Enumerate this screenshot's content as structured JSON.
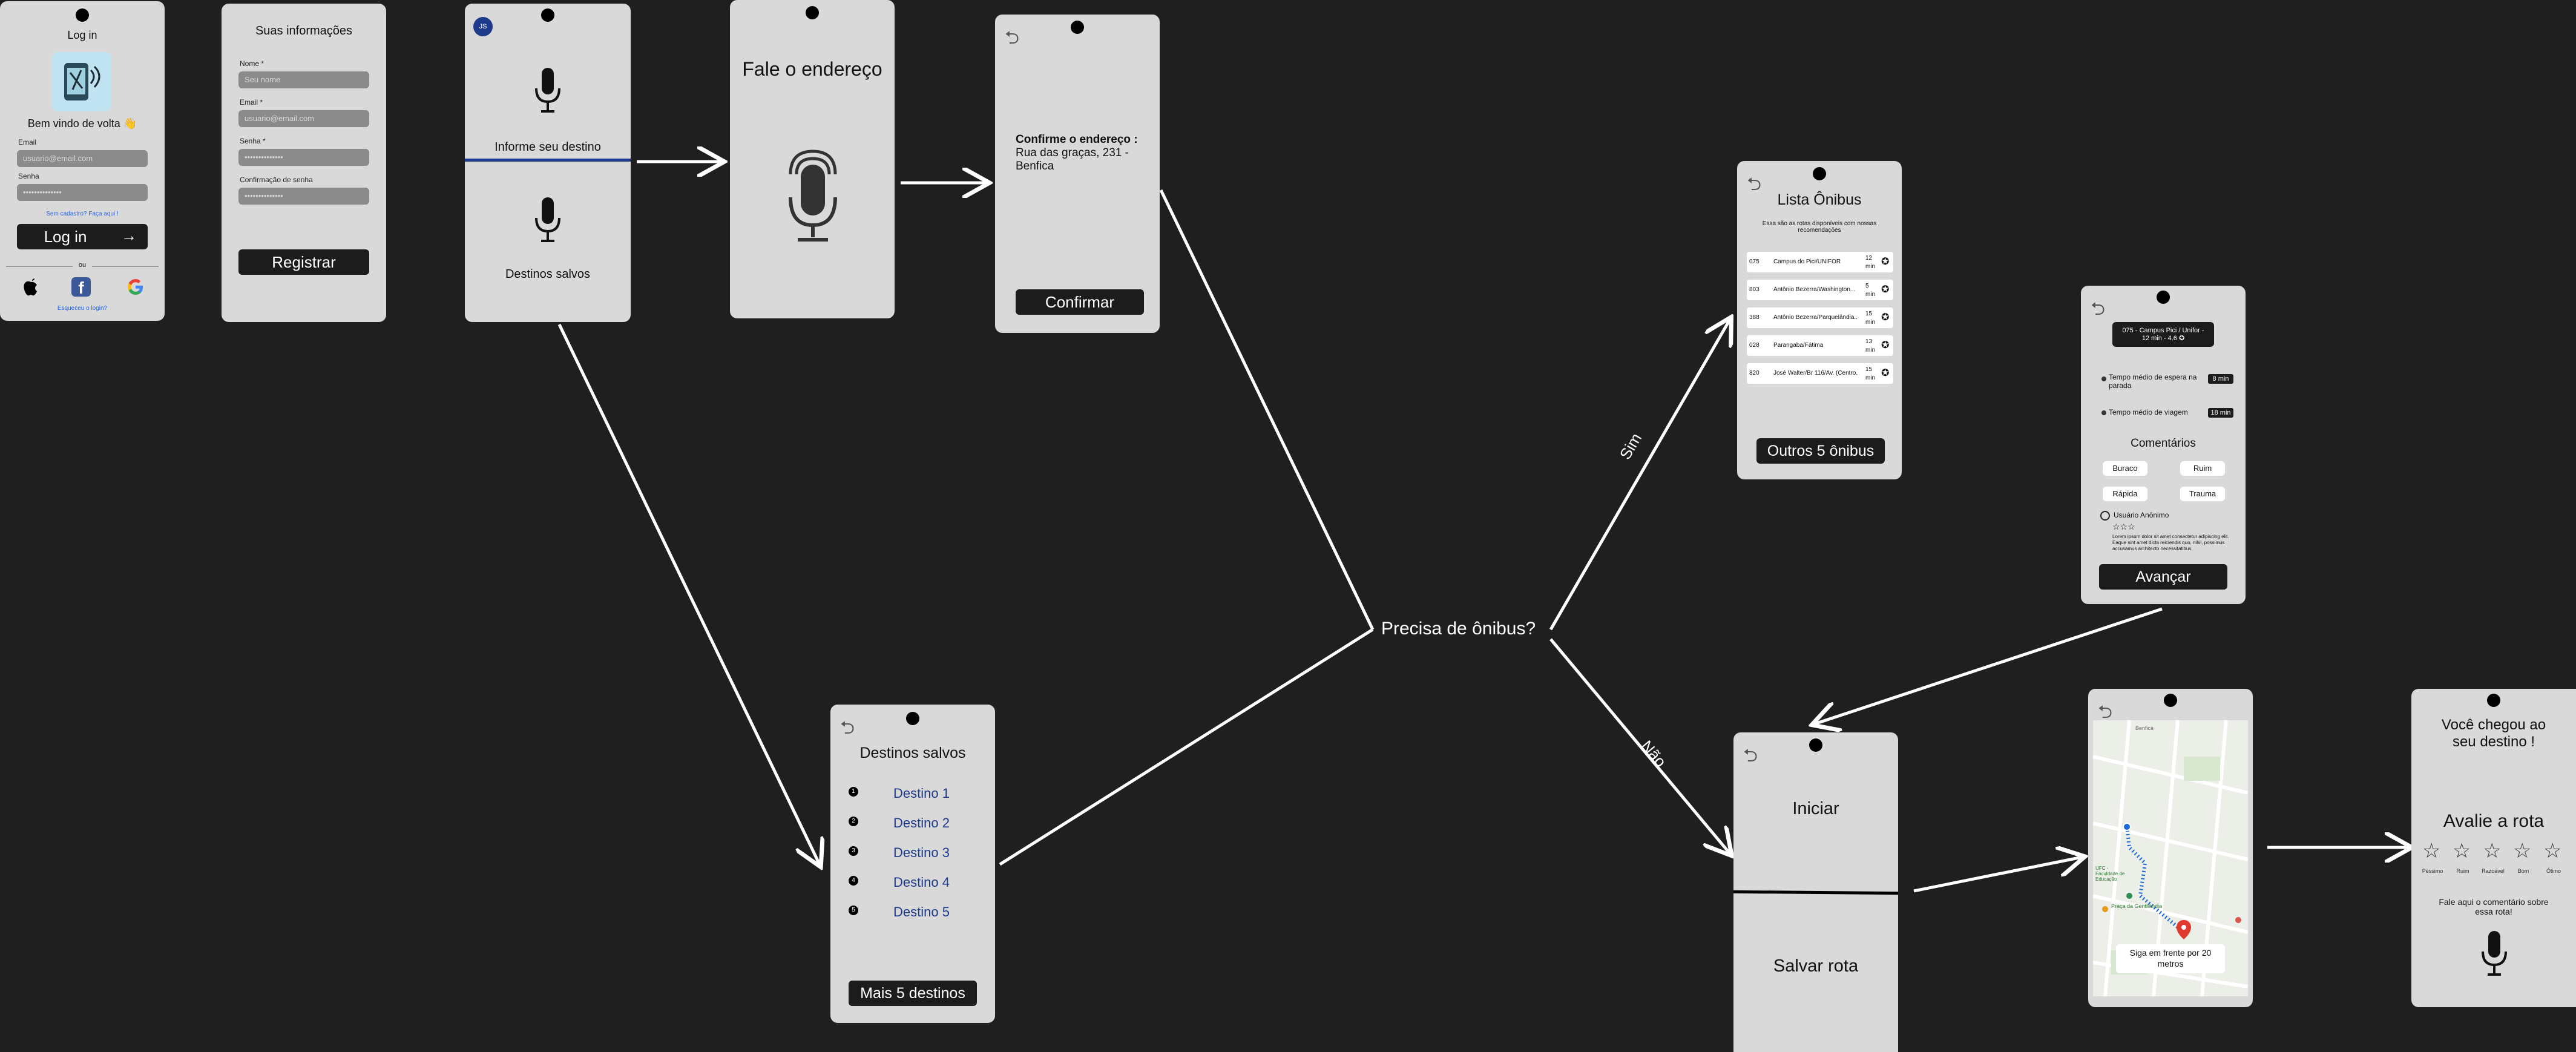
{
  "colors": {
    "background": "#1f1f1f",
    "screen": "#d9d9d9",
    "button": "#1c1c1c",
    "link": "#1e3a8a",
    "accent_line": "#1e3a8a"
  },
  "login": {
    "title": "Log in",
    "welcome": "Bem vindo de volta 👋",
    "email_label": "Email",
    "email_placeholder": "usuario@email.com",
    "password_label": "Senha",
    "password_value": "••••••••••••••",
    "register_link": "Sem cadastro? Faça aqui !",
    "login_button": "Log in",
    "or_label": "ou",
    "forgot_link": "Esqueceu o login?",
    "social_icons": [
      "apple-icon",
      "facebook-icon",
      "google-icon"
    ]
  },
  "register": {
    "title": "Suas informações",
    "name_label": "Nome *",
    "name_placeholder": "Seu nome",
    "email_label": "Email *",
    "email_placeholder": "usuario@email.com",
    "password_label": "Senha *",
    "password_value": "••••••••••••••",
    "confirm_label": "Confirmação de senha",
    "confirm_value": "••••••••••••••",
    "button": "Registrar"
  },
  "destination": {
    "avatar": "JS",
    "inform_label": "Informe seu destino",
    "saved_label": "Destinos salvos"
  },
  "speak": {
    "title": "Fale o endereço"
  },
  "confirm": {
    "heading": "Confirme o endereço :",
    "address": "Rua das graças, 231 - Benfica",
    "button": "Confirmar"
  },
  "saved": {
    "title": "Destinos salvos",
    "items": [
      "Destino 1",
      "Destino 2",
      "Destino 3",
      "Destino 4",
      "Destino 5"
    ],
    "numbers": [
      "1",
      "2",
      "3",
      "4",
      "5"
    ],
    "button": "Mais 5 destinos"
  },
  "question": {
    "text": "Precisa de ônibus?",
    "yes": "Sim",
    "no": "Não"
  },
  "bus_list": {
    "title": "Lista Ônibus",
    "subtitle": "Essa são as rotas disponíveis com nossas recomendações",
    "rows": [
      {
        "num": "075",
        "name": "Campus do Pici/UNIFOR",
        "t": "12 min"
      },
      {
        "num": "803",
        "name": "Antônio Bezerra/Washington...",
        "t": "5 min"
      },
      {
        "num": "388",
        "name": "Antônio Bezerra/Parquelândia...",
        "t": "15 min"
      },
      {
        "num": "028",
        "name": "Parangaba/Fátima",
        "t": "13 min"
      },
      {
        "num": "820",
        "name": "José Walter/Br 116/Av. (Centro...",
        "t": "15 min"
      }
    ],
    "button": "Outros 5 ônibus"
  },
  "bus_detail": {
    "badge": "075 - Campus Pici / Unifor - 12 min - 4.6 ✪",
    "wait_label": "Tempo médio de espera na parada",
    "wait_value": "8 min",
    "travel_label": "Tempo médio de viagem",
    "travel_value": "18 min",
    "comments_title": "Comentários",
    "chips": [
      "Buraco",
      "Ruim",
      "Rápida",
      "Trauma"
    ],
    "user": "Usuário Anônimo",
    "stars": "☆☆☆",
    "comment": "Lorem ipsum dolor sit amet consectetur adipiscing elit. Eaque sint amet dicta reiciendis quo, nihil, possimus accusamus architecto necessitatibus.",
    "button": "Avançar"
  },
  "route": {
    "start": "Iniciar",
    "save": "Salvar rota"
  },
  "map": {
    "instruction": "Siga em frente por 20 metros",
    "labels": [
      "Praça da Gentilândia",
      "UFC - Faculdade de Educação",
      "Benfica"
    ]
  },
  "arrival": {
    "title": "Você chegou ao seu destino !",
    "rate_title": "Avalie a rota",
    "ratings": [
      "Péssimo",
      "Ruim",
      "Razoável",
      "Bom",
      "Ótimo"
    ],
    "comment": "Fale aqui o comentário sobre essa rota!"
  }
}
